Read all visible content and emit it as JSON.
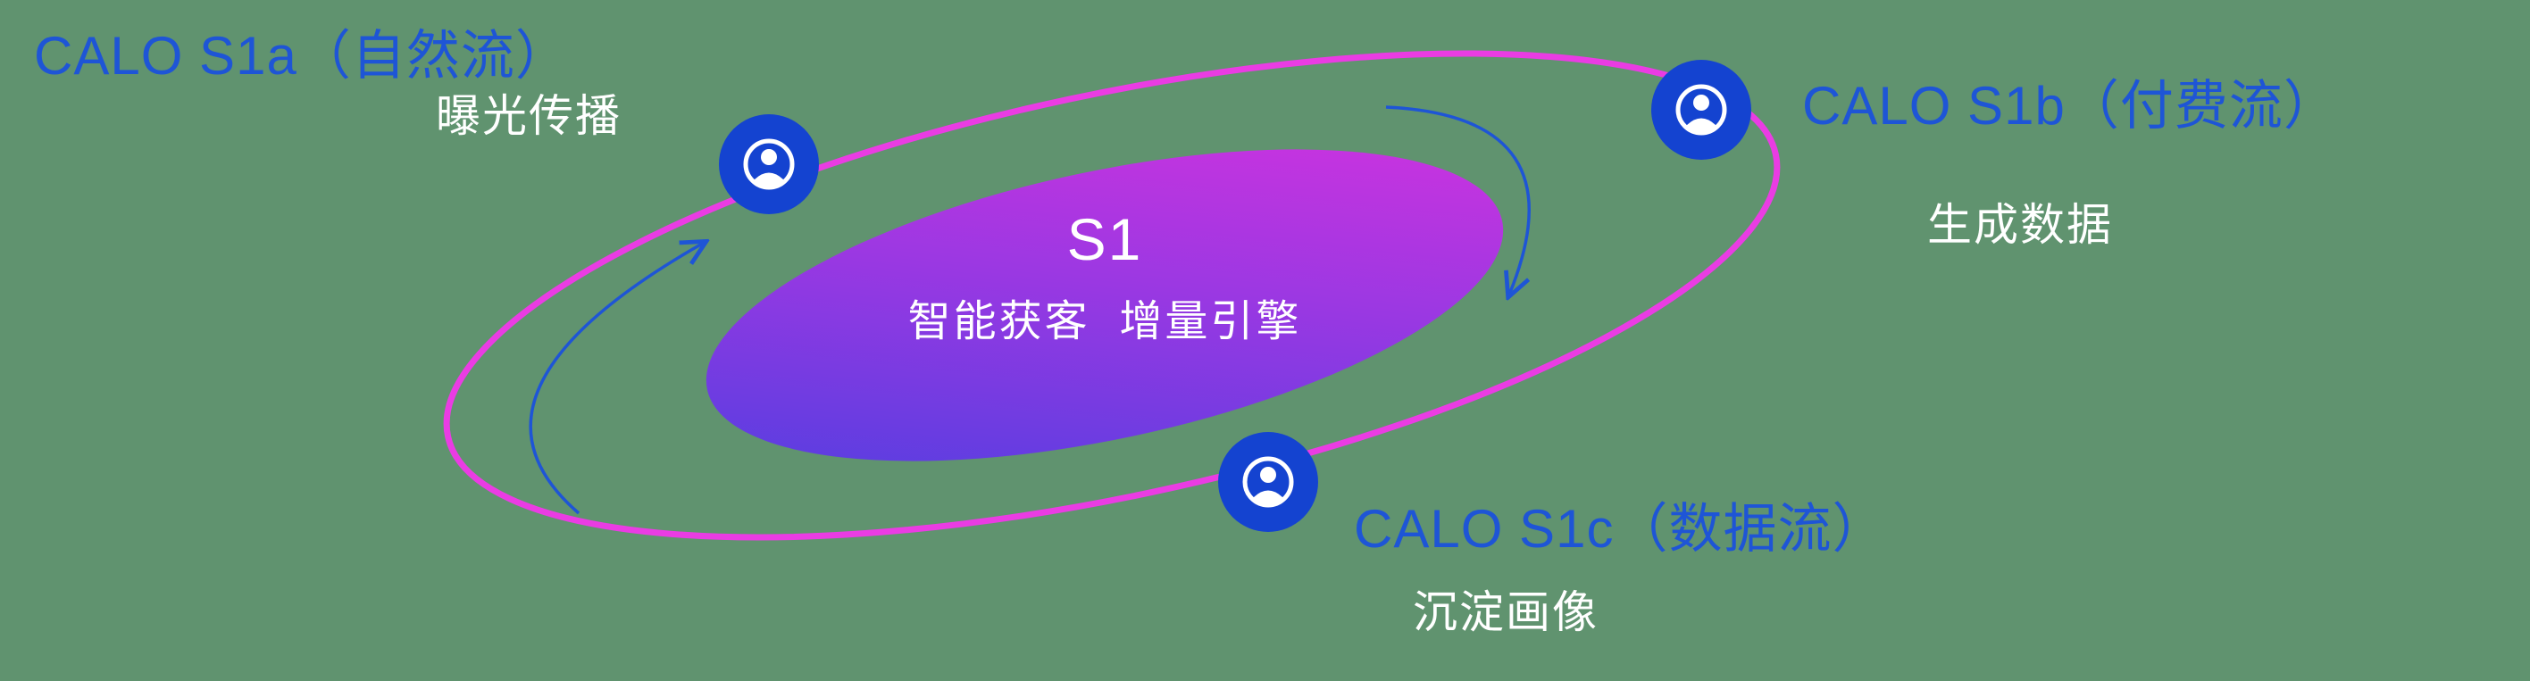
{
  "diagram": {
    "center": {
      "title": "S1",
      "subtitle": "智能获客  增量引擎"
    },
    "orbit_nodes": [
      {
        "id": "s1a",
        "title": "CALO S1a（自然流）",
        "subtitle": "曝光传播",
        "icon": "person-circle-icon"
      },
      {
        "id": "s1b",
        "title": "CALO S1b（付费流）",
        "subtitle": "生成数据",
        "icon": "person-circle-icon"
      },
      {
        "id": "s1c",
        "title": "CALO S1c（数据流）",
        "subtitle": "沉淀画像",
        "icon": "person-circle-icon"
      }
    ],
    "colors": {
      "background": "#60936f",
      "orbit_ring": "#ea3ce3",
      "core_gradient_start": "#4b3fe0",
      "core_gradient_end": "#d832de",
      "node_blue": "#1443d0",
      "title_blue": "#1e55d6",
      "subtitle_white": "#ffffff",
      "arrow_blue": "#1e55d6"
    }
  }
}
